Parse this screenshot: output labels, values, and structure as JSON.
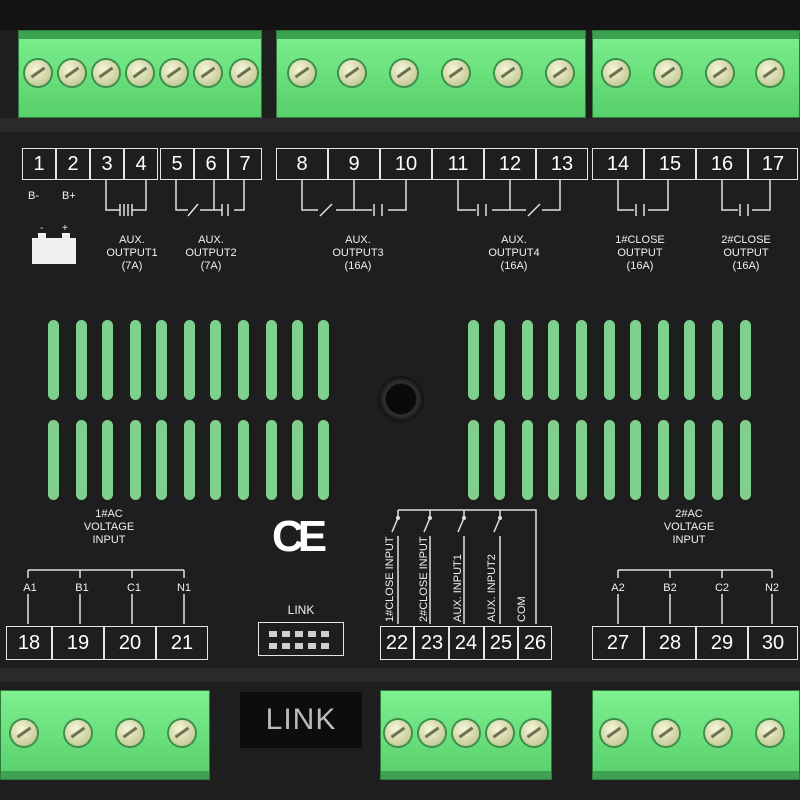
{
  "terminals_top": [
    "1",
    "2",
    "3",
    "4",
    "5",
    "6",
    "7",
    "8",
    "9",
    "10",
    "11",
    "12",
    "13",
    "14",
    "15",
    "16",
    "17"
  ],
  "terminals_bottom": [
    "18",
    "19",
    "20",
    "21",
    "22",
    "23",
    "24",
    "25",
    "26",
    "27",
    "28",
    "29",
    "30"
  ],
  "battery": {
    "minus": "B-",
    "plus": "B+"
  },
  "aux_labels": {
    "out1": "AUX.\nOUTPUT1\n(7A)",
    "out2": "AUX.\nOUTPUT2\n(7A)",
    "out3": "AUX.\nOUTPUT3\n(16A)",
    "out4": "AUX.\nOUTPUT4\n(16A)",
    "close1": "1#CLOSE\nOUTPUT\n(16A)",
    "close2": "2#CLOSE\nOUTPUT\n(16A)"
  },
  "ac_inputs": {
    "ac1_title": "1#AC\nVOLTAGE\nINPUT",
    "ac2_title": "2#AC\nVOLTAGE\nINPUT",
    "ac1_phases": [
      "A1",
      "B1",
      "C1",
      "N1"
    ],
    "ac2_phases": [
      "A2",
      "B2",
      "C2",
      "N2"
    ]
  },
  "digital_inputs": [
    "1#CLOSE INPUT",
    "2#CLOSE INPUT",
    "AUX. INPUT1",
    "AUX. INPUT2",
    "COM"
  ],
  "link_port_label": "LINK",
  "link_plate": "LINK",
  "ce_mark": "CE",
  "colors": {
    "panel": "#1e1e1f",
    "terminal_green": "#6fe482",
    "vent_green": "#7fd08c",
    "text": "#f0f0f0"
  }
}
